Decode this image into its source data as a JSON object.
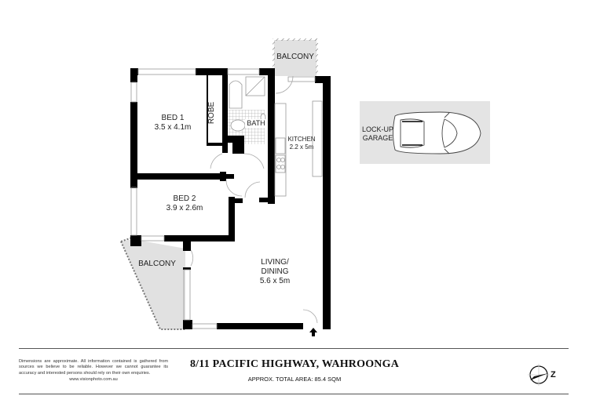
{
  "plan": {
    "rooms": [
      {
        "id": "bed1",
        "name": "BED 1",
        "dims": "3.5 x 4.1m"
      },
      {
        "id": "robe",
        "name": "ROBE"
      },
      {
        "id": "bath",
        "name": "BATH"
      },
      {
        "id": "kitchen",
        "name": "KITCHEN",
        "dims": "2.2 x 5m"
      },
      {
        "id": "bed2",
        "name": "BED 2",
        "dims": "3.9 x 2.6m"
      },
      {
        "id": "living",
        "name": "LIVING/",
        "name2": "DINING",
        "dims": "5.6 x 5m"
      },
      {
        "id": "balcony_top",
        "name": "BALCONY"
      },
      {
        "id": "balcony_left",
        "name": "BALCONY"
      }
    ],
    "garage": {
      "name_line1": "LOCK-UP",
      "name_line2": "GARAGE"
    },
    "colors": {
      "wall": "#000000",
      "balcony_fill": "#e1e1e1",
      "garage_fill": "#e4e4e4",
      "tile": "#c8c8c8"
    }
  },
  "footer": {
    "disclaimer": "Dimensions are approximate. All information contained is gathered from sources we believe to be reliable. However we cannot guarantee its accuracy and interested persons should rely on their own enquiries.",
    "website": "www.visionphoto.com.au",
    "address": "8/11 PACIFIC HIGHWAY, WAHROONGA",
    "area": "APPROX. TOTAL AREA: 85.4 SQM",
    "compass_label": "N"
  }
}
